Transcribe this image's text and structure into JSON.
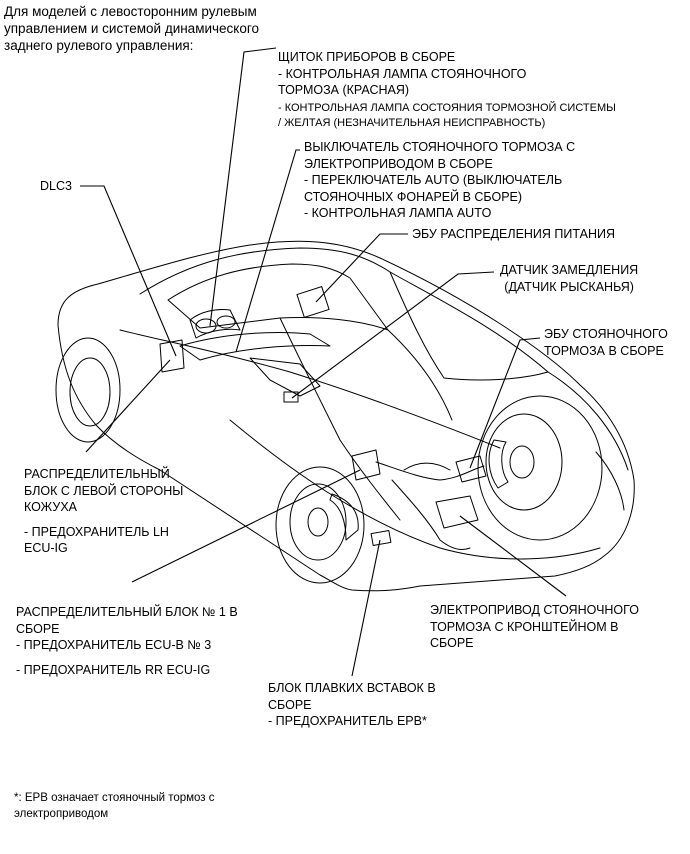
{
  "heading": [
    "Для моделей с левосторонним рулевым",
    "управлением и системой динамического",
    "заднего рулевого управления:"
  ],
  "callouts": {
    "instrument_panel": {
      "lines": [
        "ЩИТОК ПРИБОРОВ В СБОРЕ",
        "- КОНТРОЛЬНАЯ ЛАМПА СТОЯНОЧНОГО",
        "ТОРМОЗА (КРАСНАЯ)"
      ],
      "small_lines": [
        "- КОНТРОЛЬНАЯ ЛАМПА СОСТОЯНИЯ ТОРМОЗНОЙ СИСТЕМЫ",
        "/ ЖЕЛТАЯ (НЕЗНАЧИТЕЛЬНАЯ НЕИСПРАВНОСТЬ)"
      ]
    },
    "epb_switch": {
      "lines": [
        "ВЫКЛЮЧАТЕЛЬ СТОЯНОЧНОГО ТОРМОЗА С",
        "ЭЛЕКТРОПРИВОДОМ В СБОРЕ",
        "- ПЕРЕКЛЮЧАТЕЛЬ AUTO (ВЫКЛЮЧАТЕЛЬ",
        "СТОЯНОЧНЫХ ФОНАРЕЙ В СБОРЕ)",
        "- КОНТРОЛЬНАЯ ЛАМПА AUTO"
      ]
    },
    "dlc3": {
      "lines": [
        "DLC3"
      ]
    },
    "power_ecu": {
      "lines": [
        "ЭБУ РАСПРЕДЕЛЕНИЯ ПИТАНИЯ"
      ]
    },
    "decel_sensor": {
      "lines": [
        "ДАТЧИК ЗАМЕДЛЕНИЯ",
        "(ДАТЧИК РЫСКАНЬЯ)"
      ]
    },
    "parking_ecu": {
      "lines": [
        "ЭБУ СТОЯНОЧНОГО",
        "ТОРМОЗА В СБОРЕ"
      ]
    },
    "cowl_junction": {
      "lines": [
        "РАСПРЕДЕЛИТЕЛЬНЫЙ",
        "БЛОК С ЛЕВОЙ СТОРОНЫ",
        "КОЖУХА"
      ],
      "sub_lines": [
        "- ПРЕДОХРАНИТЕЛЬ LH",
        "ECU-IG"
      ]
    },
    "junction_no1": {
      "lines": [
        "РАСПРЕДЕЛИТЕЛЬНЫЙ БЛОК № 1 В",
        "СБОРЕ",
        "- ПРЕДОХРАНИТЕЛЬ ECU-B № 3"
      ],
      "sub_lines": [
        "- ПРЕДОХРАНИТЕЛЬ RR ECU-IG"
      ]
    },
    "actuator": {
      "lines": [
        "ЭЛЕКТРОПРИВОД СТОЯНОЧНОГО",
        "ТОРМОЗА С КРОНШТЕЙНОМ В",
        "СБОРЕ"
      ]
    },
    "fusible_block": {
      "lines": [
        "БЛОК ПЛАВКИХ ВСТАВОК В",
        "СБОРЕ",
        "- ПРЕДОХРАНИТЕЛЬ EPB*"
      ]
    }
  },
  "footnote": [
    "*: EPB означает стояночный тормоз с",
    "электроприводом"
  ]
}
